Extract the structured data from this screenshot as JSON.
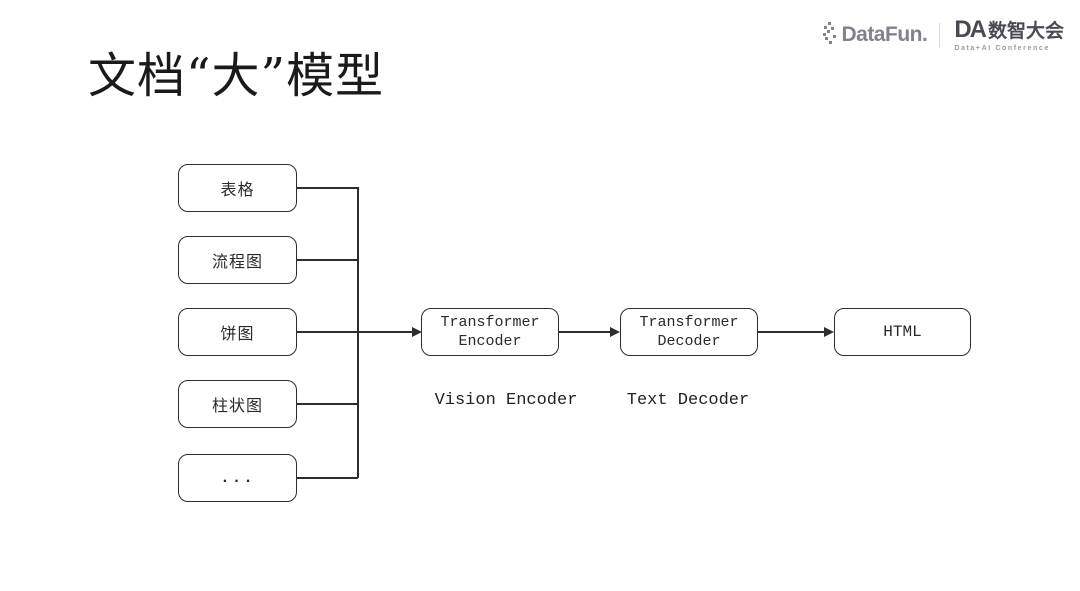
{
  "slide": {
    "title": "文档“大”模型"
  },
  "header": {
    "datafun_wordmark": "DataFun.",
    "da_mark": "DA",
    "da_name": "数智大会",
    "da_subtitle": "Data+AI Conference"
  },
  "diagram": {
    "input_boxes": [
      "表格",
      "流程图",
      "饼图",
      "柱状图",
      "..."
    ],
    "encoder_box": {
      "line1": "Transformer",
      "line2": "Encoder"
    },
    "decoder_box": {
      "line1": "Transformer",
      "line2": "Decoder"
    },
    "output_box": {
      "label": "HTML"
    },
    "encoder_caption": "Vision Encoder",
    "decoder_caption": "Text Decoder",
    "colors": {
      "line": "#2d2d2d",
      "box_border": "#2d2d2d",
      "box_fill": "#ffffff",
      "logo_gray": "#82828c",
      "logo_dark": "#4a4a54"
    }
  }
}
